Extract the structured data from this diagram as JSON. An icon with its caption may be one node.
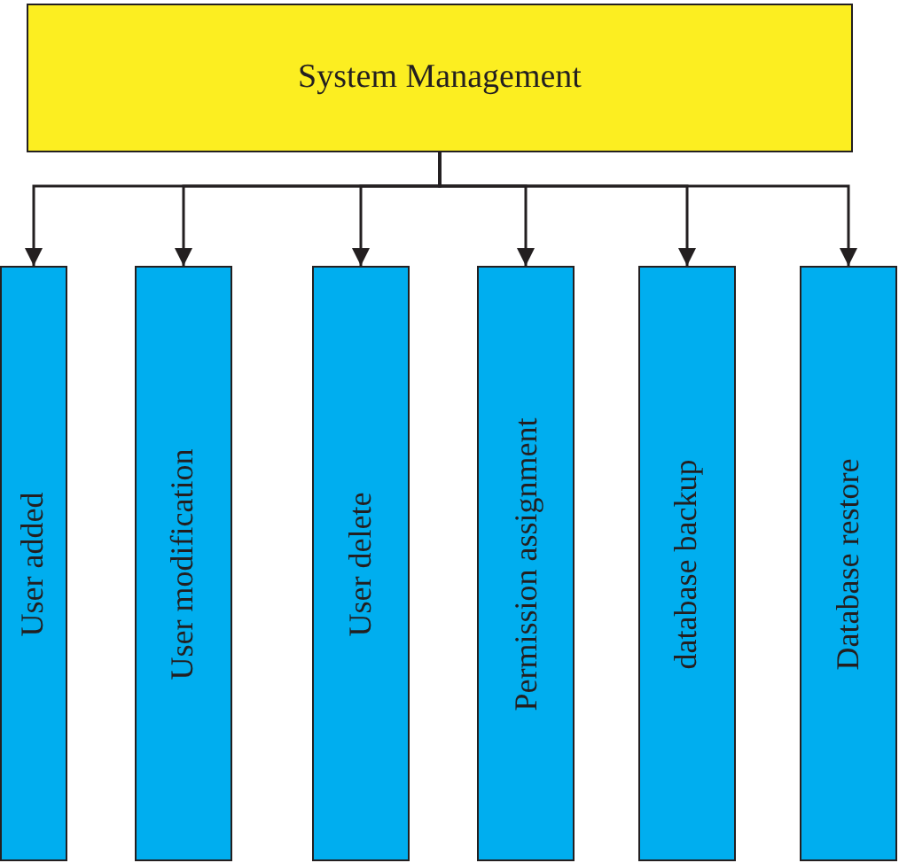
{
  "diagram": {
    "nodes": [
      {
        "text": [
          "System Management"
        ]
      },
      {
        "text": [
          "User added"
        ]
      },
      {
        "text": [
          "User modification"
        ]
      },
      {
        "text": [
          "User delete"
        ]
      },
      {
        "text": [
          "Permission assignment"
        ]
      },
      {
        "text": [
          "database backup"
        ]
      },
      {
        "text": [
          "Database restore"
        ]
      }
    ],
    "edges": [
      {
        "from": 0,
        "to": 1,
        "arrow": "to"
      },
      {
        "from": 0,
        "to": 2,
        "arrow": "to"
      },
      {
        "from": 0,
        "to": 3,
        "arrow": "to"
      },
      {
        "from": 0,
        "to": 4,
        "arrow": "to"
      },
      {
        "from": 0,
        "to": 5,
        "arrow": "to"
      },
      {
        "from": 0,
        "to": 6,
        "arrow": "to"
      }
    ]
  }
}
